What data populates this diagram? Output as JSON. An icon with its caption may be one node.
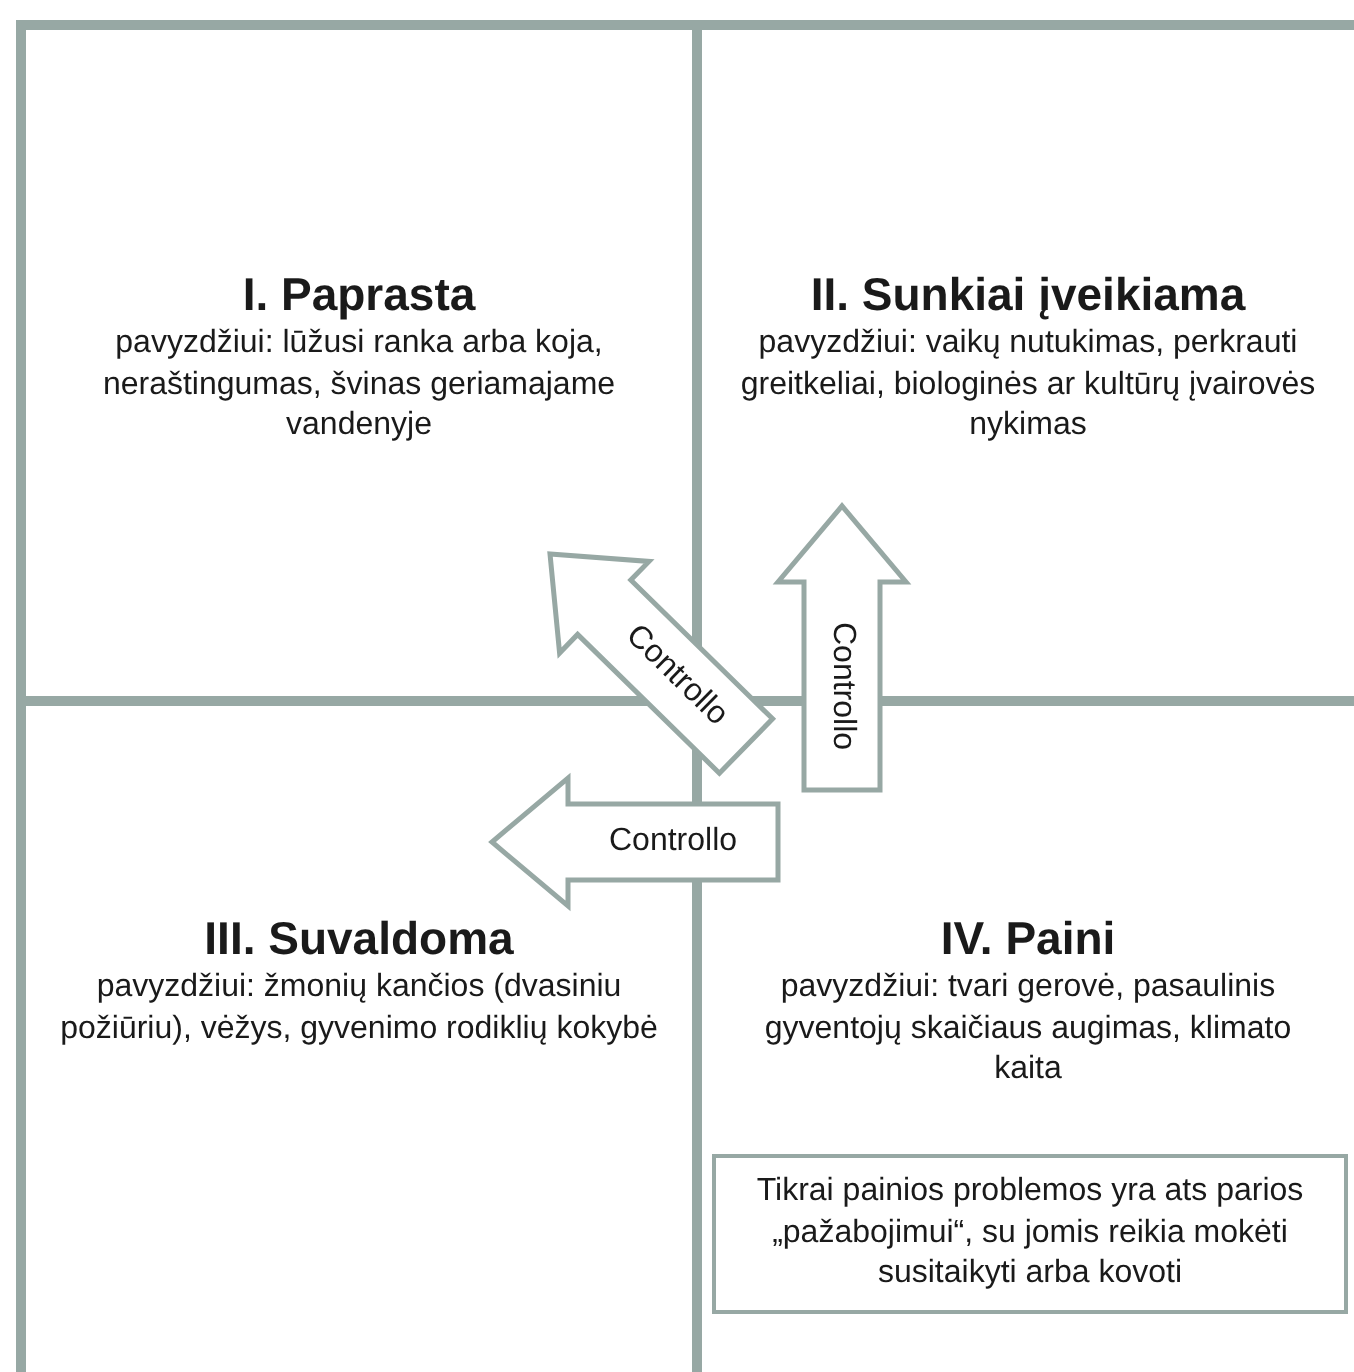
{
  "diagram": {
    "nodes": [
      {
        "text": [
          "I. Paprasta",
          "pavyzdžiui: lūžusi ranka arba koja, neraštingumas, švinas geriamajame vandenyje"
        ]
      },
      {
        "text": [
          "II. Sunkiai įveikiama",
          "pavyzdžiui: vaikų nutukimas, perkrauti greitkeliai, biologinės ar kultūrų įvairovės nykimas"
        ]
      },
      {
        "text": [
          "III. Suvaldoma",
          "pavyzdžiui: žmonių kančios (dvasiniu požiūriu), vėžys, gyvenimo rodiklių kokybė"
        ]
      },
      {
        "text": [
          "IV. Paini",
          "pavyzdžiui: tvari gerovė, pasaulinis gyventojų skaičiaus augimas, klimato kaita"
        ]
      },
      {
        "text": [
          "Tikrai painios problemos yra ats parios „pažabojimui“, su jomis reikia mokėti susitaikyti arba kovoti"
        ],
        "in": 3
      }
    ],
    "edges": [
      {
        "from": 3,
        "to": 0,
        "arrow": "to",
        "label": "Controllo"
      },
      {
        "from": 3,
        "to": 1,
        "arrow": "to",
        "label": "Controllo"
      },
      {
        "from": 3,
        "to": 2,
        "arrow": "to",
        "label": "Controllo"
      }
    ]
  }
}
